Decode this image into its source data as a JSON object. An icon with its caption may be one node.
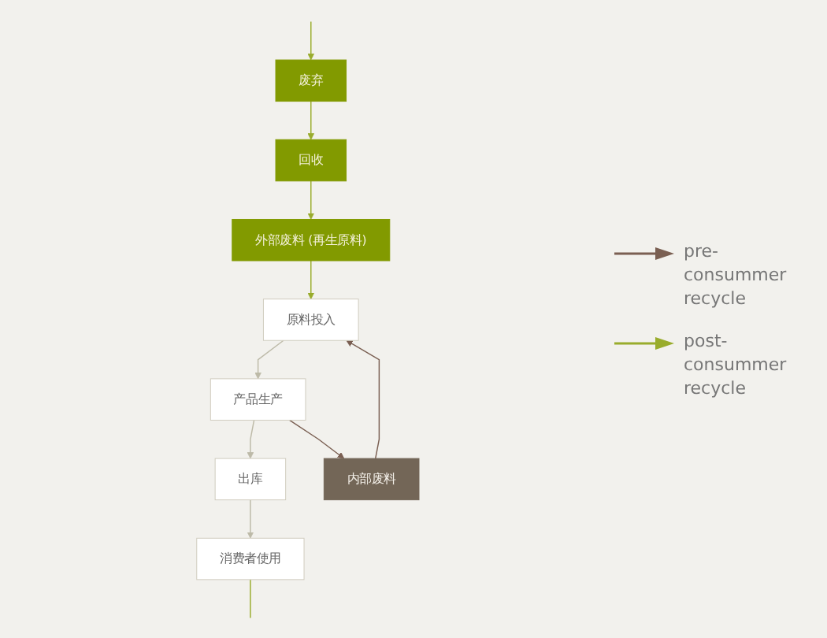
{
  "diagram": {
    "nodes": [
      {
        "text": [
          "原料投入"
        ]
      },
      {
        "text": [
          "产品生产"
        ]
      },
      {
        "text": [
          "出库"
        ]
      },
      {
        "text": [
          "消费者使用"
        ]
      },
      {
        "text": [
          "外部废料 (再生原料)"
        ]
      },
      {
        "text": [
          "回收"
        ]
      },
      {
        "text": [
          "废弃"
        ]
      },
      {
        "text": [
          "内部废料"
        ]
      }
    ],
    "edges": [
      {
        "from": 0,
        "to": 1,
        "arrow": "to",
        "color": "#bdbaa8"
      },
      {
        "from": 1,
        "to": 2,
        "arrow": "to",
        "color": "#bdbaa8"
      },
      {
        "from": 2,
        "to": 3,
        "arrow": "to",
        "color": "#bdbaa8"
      },
      {
        "from": 1,
        "to": 7,
        "arrow": "to",
        "color": "#7a5f52"
      },
      {
        "from": 7,
        "to": 0,
        "arrow": "to",
        "color": "#7a5f52"
      },
      {
        "from": 4,
        "to": 0,
        "arrow": "to",
        "color": "#99ac2c"
      },
      {
        "from": 5,
        "to": 4,
        "arrow": "to",
        "color": "#99ac2c"
      },
      {
        "from": 6,
        "to": 5,
        "arrow": "to",
        "color": "#99ac2c"
      },
      {
        "from": null,
        "to": 6,
        "arrow": "to",
        "color": "#99ac2c"
      },
      {
        "from": 3,
        "to": null,
        "arrow": "none",
        "color": "#99ac2c"
      }
    ],
    "legend": [
      {
        "text": "pre-consummer recycle"
      },
      {
        "text": "post-consummer recycle"
      }
    ]
  }
}
